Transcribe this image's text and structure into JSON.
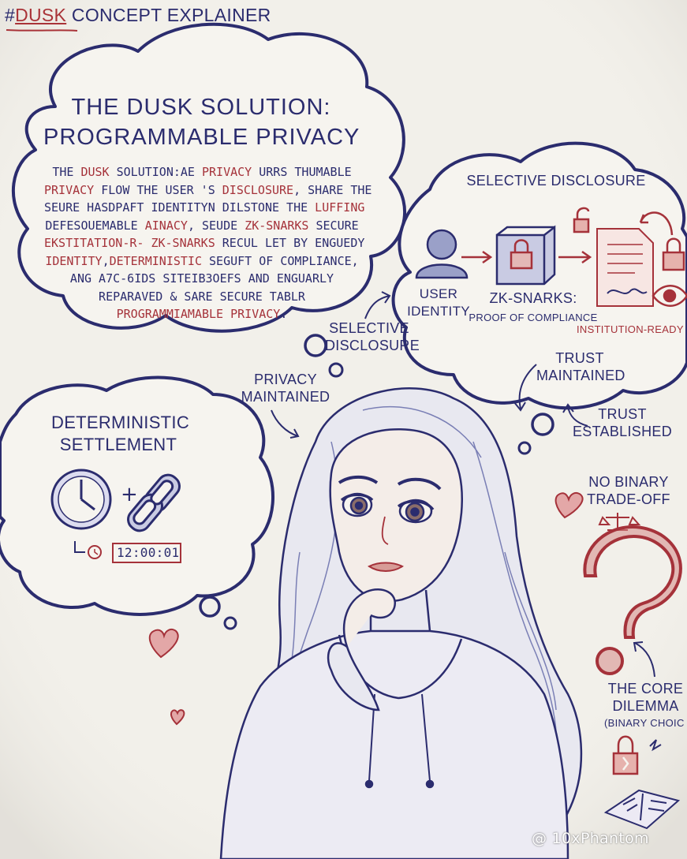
{
  "header": {
    "hashtag": "#",
    "brand": "DUSK",
    "title": "CONCEPT EXPLAINER"
  },
  "solution": {
    "title_line1": "THE DUSK SOLUTION:",
    "title_line2": "PROGRAMMABLE PRIVACY",
    "paragraph_lines": [
      [
        [
          "THE ",
          "n"
        ],
        [
          "DUSK",
          "r"
        ],
        [
          " SOLUTION:AE ",
          "n"
        ],
        [
          "PRIVACY",
          "r"
        ],
        [
          " URRS THUMABLE",
          "n"
        ]
      ],
      [
        [
          "PRIVACY",
          "r"
        ],
        [
          " FLOW THE USER 'S ",
          "n"
        ],
        [
          "DISCLOSURE",
          "r"
        ],
        [
          ", SHARE THE",
          "n"
        ]
      ],
      [
        [
          "SEURE HASDPAFT IDENTITYN DILSTONE THE ",
          "n"
        ],
        [
          "LUFFING",
          "r"
        ]
      ],
      [
        [
          "DEFESOUEMABLE ",
          "n"
        ],
        [
          "AINACY",
          "r"
        ],
        [
          ", SEUDE ",
          "n"
        ],
        [
          "ZK-SNARKS",
          "r"
        ],
        [
          " SECURE",
          "n"
        ]
      ],
      [
        [
          "EKSTITATION-R- ZK-SNARKS",
          "r"
        ],
        [
          " RECUL LET BY ENGUEDY",
          "n"
        ]
      ],
      [
        [
          "IDENTITY",
          "r"
        ],
        [
          ",",
          "n"
        ],
        [
          "DETERMINISTIC",
          "r"
        ],
        [
          " SEGUFT OF COMPLIANCE,",
          "n"
        ]
      ],
      [
        [
          "ANG A7C-6IDS SITEIB3OEFS AND ENGUARLY",
          "n"
        ]
      ],
      [
        [
          "REPARAVED & SARE SECURE TABLR",
          "n"
        ]
      ],
      [
        [
          "PROGRAMMIAMABLE PRIVACY",
          "r"
        ],
        [
          ".",
          "n"
        ]
      ]
    ]
  },
  "selective_disclosure": {
    "title": "SELECTIVE DISCLOSURE",
    "user_identity": [
      "USER",
      "IDENTITY"
    ],
    "zk_title": "ZK-SNARKS:",
    "zk_sub": "PROOF OF COMPLIANCE",
    "institution": "INSTITUTION-READY",
    "outside_label": [
      "SELECTIVE",
      "DISCLOSURE"
    ]
  },
  "privacy_maintained": [
    "PRIVACY",
    "MAINTAINED"
  ],
  "trust_maintained": [
    "TRUST",
    "MAINTAINED"
  ],
  "trust_established": [
    "TRUST",
    "ESTABLISHED"
  ],
  "settlement": {
    "title_line1": "DETERMINISTIC",
    "title_line2": "SETTLEMENT",
    "plus": "+",
    "timestamp": "12:00:01"
  },
  "no_binary": [
    "NO BINARY",
    "TRADE-OFF"
  ],
  "core_dilemma": [
    "THE CORE",
    "DILEMMA",
    "(BINARY CHOIC"
  ],
  "watermark": "@ 10xPhantom",
  "icons": [
    "user-icon",
    "locked-box-icon",
    "document-icon",
    "padlock-icon",
    "eye-icon",
    "clock-icon",
    "chain-link-icon",
    "heart-icon",
    "scale-icon",
    "question-mark-icon",
    "book-icon"
  ],
  "colors": {
    "navy": "#2b2c6e",
    "red": "#a5323a",
    "paper": "#f2f0ea"
  }
}
